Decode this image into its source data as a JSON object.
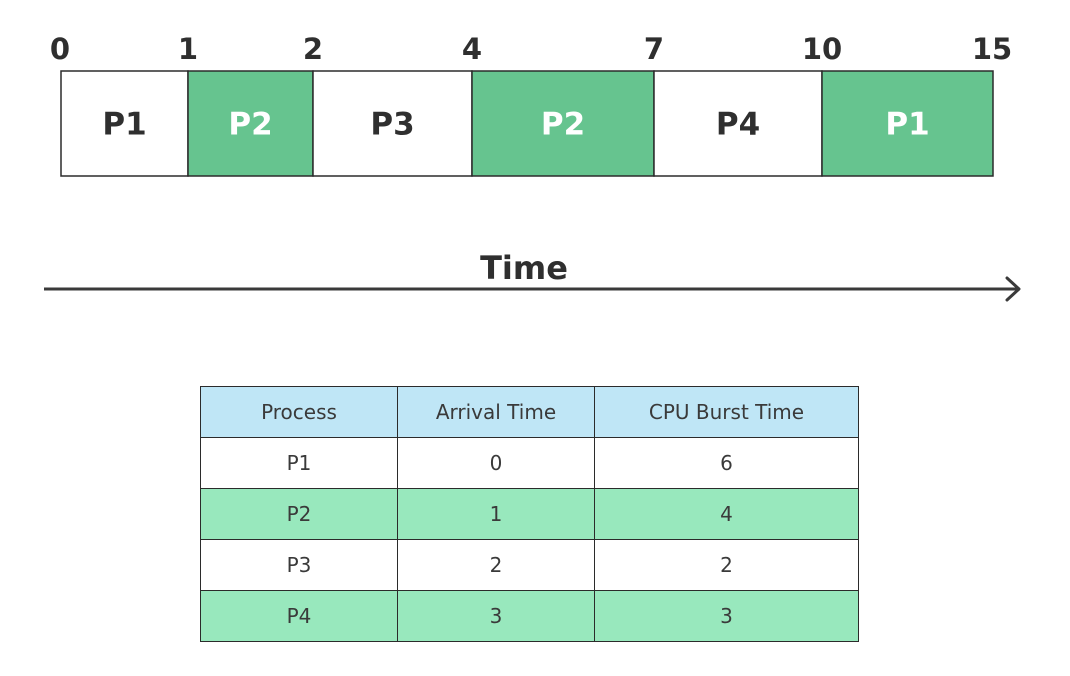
{
  "gantt": {
    "ticks": [
      0,
      1,
      2,
      4,
      7,
      10,
      15
    ],
    "blocks": [
      {
        "label": "P1",
        "start": 0,
        "end": 1,
        "highlight": false
      },
      {
        "label": "P2",
        "start": 1,
        "end": 2,
        "highlight": true
      },
      {
        "label": "P3",
        "start": 2,
        "end": 4,
        "highlight": false
      },
      {
        "label": "P2",
        "start": 4,
        "end": 7,
        "highlight": true
      },
      {
        "label": "P4",
        "start": 7,
        "end": 10,
        "highlight": false
      },
      {
        "label": "P1",
        "start": 10,
        "end": 15,
        "highlight": true
      }
    ],
    "axis_label": "Time"
  },
  "colors": {
    "block_highlight": "#66c48f",
    "block_plain": "#ffffff",
    "table_header": "#bfe6f6",
    "table_highlight_row": "#98e8bd",
    "text_dark": "#2f2f2f"
  },
  "table": {
    "headers": [
      "Process",
      "Arrival Time",
      "CPU Burst Time"
    ],
    "rows": [
      [
        "P1",
        "0",
        "6"
      ],
      [
        "P2",
        "1",
        "4"
      ],
      [
        "P3",
        "2",
        "2"
      ],
      [
        "P4",
        "3",
        "3"
      ]
    ]
  }
}
